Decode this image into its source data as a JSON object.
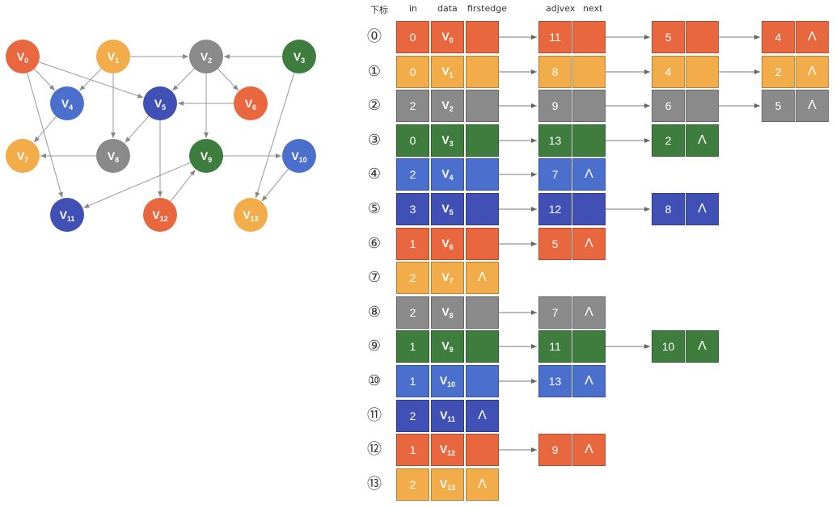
{
  "colors": {
    "orange": "#e8673f",
    "yellow": "#f2ad4a",
    "gray": "#8a8a8a",
    "green": "#3f7d3f",
    "blue": "#4a6fcc",
    "indigo": "#4150b5",
    "edge": "#999999"
  },
  "graph": {
    "nodes": [
      {
        "id": 0,
        "label": "V",
        "sub": "0",
        "color": "orange"
      },
      {
        "id": 1,
        "label": "V",
        "sub": "1",
        "color": "yellow"
      },
      {
        "id": 2,
        "label": "V",
        "sub": "2",
        "color": "gray"
      },
      {
        "id": 3,
        "label": "V",
        "sub": "3",
        "color": "green"
      },
      {
        "id": 4,
        "label": "V",
        "sub": "4",
        "color": "blue"
      },
      {
        "id": 5,
        "label": "V",
        "sub": "5",
        "color": "indigo"
      },
      {
        "id": 6,
        "label": "V",
        "sub": "6",
        "color": "orange"
      },
      {
        "id": 7,
        "label": "V",
        "sub": "7",
        "color": "yellow"
      },
      {
        "id": 8,
        "label": "V",
        "sub": "8",
        "color": "gray"
      },
      {
        "id": 9,
        "label": "V",
        "sub": "9",
        "color": "green"
      },
      {
        "id": 10,
        "label": "V",
        "sub": "10",
        "color": "blue"
      },
      {
        "id": 11,
        "label": "V",
        "sub": "11",
        "color": "indigo"
      },
      {
        "id": 12,
        "label": "V",
        "sub": "12",
        "color": "orange"
      },
      {
        "id": 13,
        "label": "V",
        "sub": "13",
        "color": "yellow"
      }
    ],
    "edges": [
      [
        0,
        4
      ],
      [
        0,
        5
      ],
      [
        0,
        11
      ],
      [
        1,
        2
      ],
      [
        1,
        4
      ],
      [
        1,
        8
      ],
      [
        2,
        5
      ],
      [
        2,
        6
      ],
      [
        2,
        9
      ],
      [
        3,
        2
      ],
      [
        3,
        13
      ],
      [
        4,
        7
      ],
      [
        5,
        8
      ],
      [
        5,
        12
      ],
      [
        6,
        5
      ],
      [
        8,
        7
      ],
      [
        9,
        10
      ],
      [
        9,
        11
      ],
      [
        10,
        13
      ],
      [
        12,
        9
      ]
    ]
  },
  "table": {
    "headers": {
      "index": "下标",
      "in": "in",
      "data": "data",
      "firstedge": "firstedge",
      "adjvex": "adjvex",
      "next": "next"
    },
    "nil_symbol": "Λ",
    "rows": [
      {
        "index": "0",
        "in": "0",
        "v": "V",
        "sub": "0",
        "color": "orange",
        "edges": [
          "11",
          "5",
          "4"
        ]
      },
      {
        "index": "1",
        "in": "0",
        "v": "V",
        "sub": "1",
        "color": "yellow",
        "edges": [
          "8",
          "4",
          "2"
        ]
      },
      {
        "index": "2",
        "in": "2",
        "v": "V",
        "sub": "2",
        "color": "gray",
        "edges": [
          "9",
          "6",
          "5"
        ]
      },
      {
        "index": "3",
        "in": "0",
        "v": "V",
        "sub": "3",
        "color": "green",
        "edges": [
          "13",
          "2"
        ]
      },
      {
        "index": "4",
        "in": "2",
        "v": "V",
        "sub": "4",
        "color": "blue",
        "edges": [
          "7"
        ]
      },
      {
        "index": "5",
        "in": "3",
        "v": "V",
        "sub": "5",
        "color": "indigo",
        "edges": [
          "12",
          "8"
        ]
      },
      {
        "index": "6",
        "in": "1",
        "v": "V",
        "sub": "6",
        "color": "orange",
        "edges": [
          "5"
        ]
      },
      {
        "index": "7",
        "in": "2",
        "v": "V",
        "sub": "7",
        "color": "yellow",
        "edges": []
      },
      {
        "index": "8",
        "in": "2",
        "v": "V",
        "sub": "8",
        "color": "gray",
        "edges": [
          "7"
        ]
      },
      {
        "index": "9",
        "in": "1",
        "v": "V",
        "sub": "9",
        "color": "green",
        "edges": [
          "11",
          "10"
        ]
      },
      {
        "index": "10",
        "in": "1",
        "v": "V",
        "sub": "10",
        "color": "blue",
        "edges": [
          "13"
        ]
      },
      {
        "index": "11",
        "in": "2",
        "v": "V",
        "sub": "11",
        "color": "indigo",
        "edges": []
      },
      {
        "index": "12",
        "in": "1",
        "v": "V",
        "sub": "12",
        "color": "orange",
        "edges": [
          "9"
        ]
      },
      {
        "index": "13",
        "in": "2",
        "v": "V",
        "sub": "13",
        "color": "yellow",
        "edges": []
      }
    ]
  }
}
